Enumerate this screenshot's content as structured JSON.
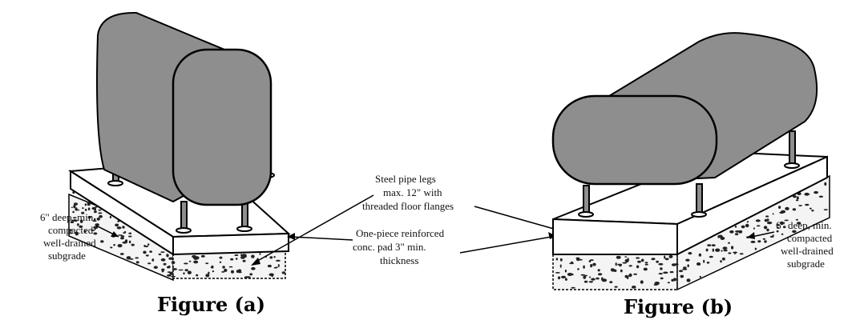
{
  "figure_a": {
    "caption": "Figure (a)",
    "label_subgrade": [
      "6\" deep, min.",
      "compacted",
      "well-drained",
      "subgrade"
    ]
  },
  "figure_b": {
    "caption": "Figure (b)",
    "label_subgrade": [
      "6\" deep, min.",
      "compacted",
      "well-drained",
      "subgrade"
    ]
  },
  "labels": {
    "legs": [
      "Steel pipe legs",
      "max. 12\" with",
      "threaded floor flanges"
    ],
    "pad": [
      "One-piece reinforced",
      "conc. pad 3\" min.",
      "thickness"
    ]
  },
  "colors": {
    "tank_fill": "#8e8e8e",
    "line": "#000000",
    "pad_fill": "#ffffff",
    "gravel": "#222222"
  }
}
